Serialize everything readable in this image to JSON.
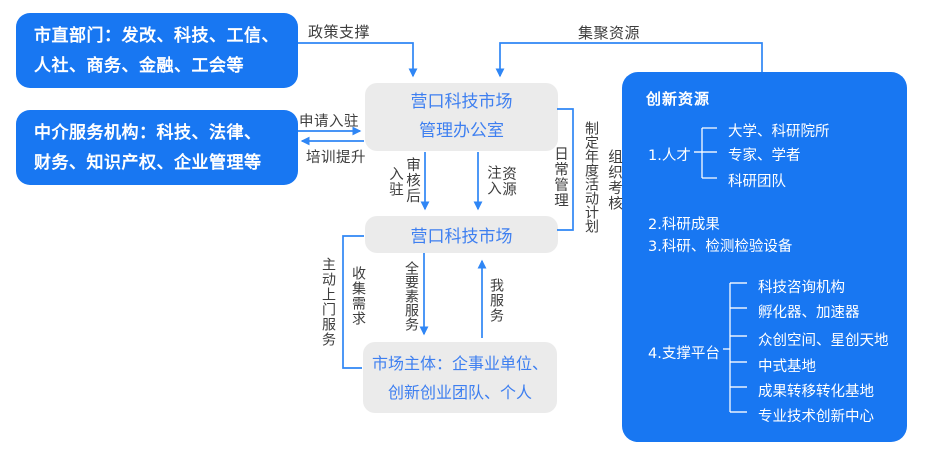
{
  "nodes": {
    "gov": {
      "line1": "市直部门：发改、科技、工信、",
      "line2": "人社、商务、金融、工会等"
    },
    "agency": {
      "line1": "中介服务机构：科技、法律、",
      "line2": "财务、知识产权、企业管理等"
    },
    "office": {
      "line1": "营口科技市场",
      "line2": "管理办公室"
    },
    "market": {
      "line1": "营口科技市场"
    },
    "entities": {
      "line1": "市场主体：企事业单位、",
      "line2": "创新创业团队、个人"
    }
  },
  "edges": {
    "policy_support": "政策支撑",
    "gather_resources": "集聚资源",
    "apply_entry": "申请入驻",
    "training_improve": "培训提升",
    "after_review": "审核后",
    "move_in": "入驻",
    "inject": "注入",
    "resources": "资源",
    "daily_management": "日常管理",
    "annual_activity_plan": "制定年度活动计划",
    "organize_assessment": "组织考核",
    "proactive_door_service": "主动上门服务",
    "collect_needs": "收集需求",
    "full_factor_service": "全要素服务",
    "me_service": "我服务"
  },
  "panel": {
    "title": "创新资源",
    "talent_label": "1.人才",
    "talent_children": [
      "大学、科研院所",
      "专家、学者",
      "科研团队"
    ],
    "item2": "2.科研成果",
    "item3": "3.科研、检测检验设备",
    "platform_label": "4.支撑平台",
    "platform_children": [
      "科技咨询机构",
      "孵化器、加速器",
      "众创空间、星创天地",
      "中式基地",
      "成果转移转化基地",
      "专业技术创新中心"
    ]
  },
  "colors": {
    "brand_blue": "#1877F2",
    "line_blue": "#2F86F5",
    "gray_box": "#EBEBEB",
    "box_text_blue": "#3E7FF0",
    "label_text": "#3D3D3D"
  }
}
